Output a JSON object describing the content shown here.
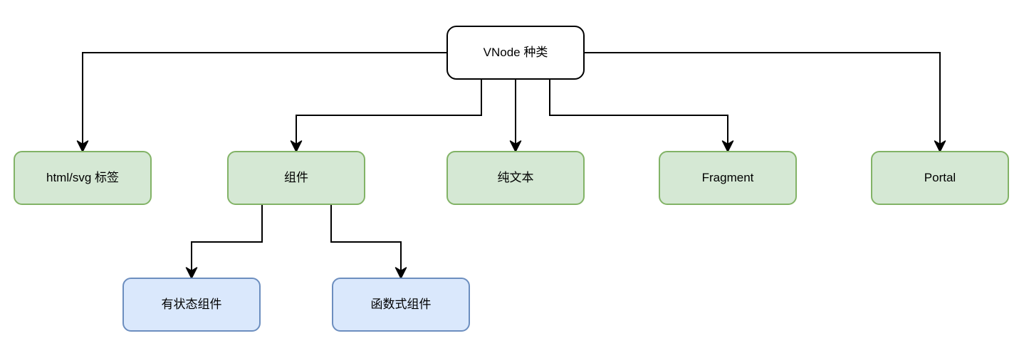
{
  "diagram": {
    "type": "tree-diagram",
    "nodes": {
      "root": {
        "label": "VNode 种类",
        "fill": "#ffffff",
        "border": "#000000"
      },
      "html_svg": {
        "label": "html/svg 标签",
        "fill": "#d5e8d4",
        "border": "#82b366"
      },
      "component": {
        "label": "组件",
        "fill": "#d5e8d4",
        "border": "#82b366"
      },
      "plain_text": {
        "label": "纯文本",
        "fill": "#d5e8d4",
        "border": "#82b366"
      },
      "fragment": {
        "label": "Fragment",
        "fill": "#d5e8d4",
        "border": "#82b366"
      },
      "portal": {
        "label": "Portal",
        "fill": "#d5e8d4",
        "border": "#82b366"
      },
      "stateful": {
        "label": "有状态组件",
        "fill": "#dae8fc",
        "border": "#6c8ebf"
      },
      "functional": {
        "label": "函数式组件",
        "fill": "#dae8fc",
        "border": "#6c8ebf"
      }
    },
    "edges": [
      {
        "from": "root",
        "to": "html_svg"
      },
      {
        "from": "root",
        "to": "component"
      },
      {
        "from": "root",
        "to": "plain_text"
      },
      {
        "from": "root",
        "to": "fragment"
      },
      {
        "from": "root",
        "to": "portal"
      },
      {
        "from": "component",
        "to": "stateful"
      },
      {
        "from": "component",
        "to": "functional"
      }
    ],
    "colors": {
      "connector": "#000000",
      "category_fill": "#d5e8d4",
      "category_border": "#82b366",
      "subtype_fill": "#dae8fc",
      "subtype_border": "#6c8ebf",
      "root_fill": "#ffffff",
      "root_border": "#000000",
      "background": "#ffffff"
    }
  }
}
